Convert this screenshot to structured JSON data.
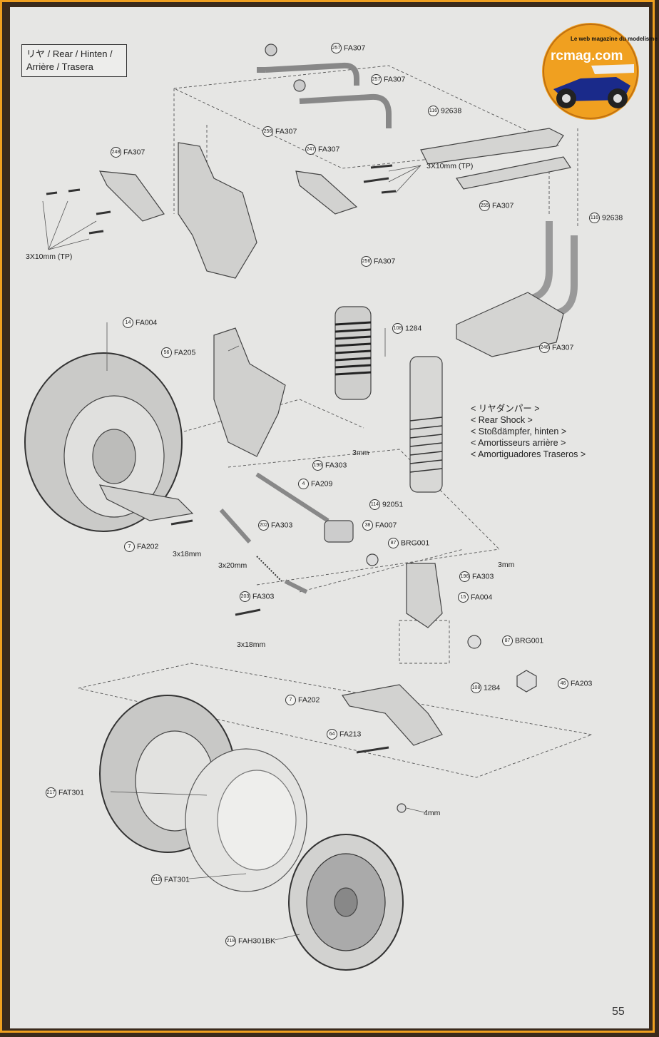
{
  "header": {
    "line1": "リヤ / Rear / Hinten /",
    "line2": "Arrière / Trasera"
  },
  "logo": {
    "brand": "rcmag.com",
    "tagline": "Le web magazine du modelisme",
    "accent": "#f0a020"
  },
  "shock_desc": [
    "< リヤダンパー >",
    "< Rear Shock >",
    "< Stoßdämpfer, hinten >",
    "< Amortisseurs arrière >",
    "< Amortiguadores Traseros >"
  ],
  "parts": [
    {
      "n": "257",
      "code": "FA307"
    },
    {
      "n": "257",
      "code": "FA307"
    },
    {
      "n": "116",
      "code": "92638"
    },
    {
      "n": "256",
      "code": "FA307"
    },
    {
      "n": "247",
      "code": "FA307"
    },
    {
      "n": "248",
      "code": "FA307"
    },
    {
      "n": "",
      "code": "3X10mm (TP)"
    },
    {
      "n": "255",
      "code": "FA307"
    },
    {
      "n": "116",
      "code": "92638"
    },
    {
      "n": "",
      "code": "3X10mm (TP)"
    },
    {
      "n": "256",
      "code": "FA307"
    },
    {
      "n": "246",
      "code": "FA307"
    },
    {
      "n": "14",
      "code": "FA004"
    },
    {
      "n": "56",
      "code": "FA205"
    },
    {
      "n": "108",
      "code": "1284"
    },
    {
      "n": "",
      "code": "3mm"
    },
    {
      "n": "196",
      "code": "FA303"
    },
    {
      "n": "4",
      "code": "FA209"
    },
    {
      "n": "114",
      "code": "92051"
    },
    {
      "n": "38",
      "code": "FA007"
    },
    {
      "n": "7",
      "code": "FA202"
    },
    {
      "n": "",
      "code": "3x18mm"
    },
    {
      "n": "202",
      "code": "FA303"
    },
    {
      "n": "87",
      "code": "BRG001"
    },
    {
      "n": "",
      "code": "3mm"
    },
    {
      "n": "196",
      "code": "FA303"
    },
    {
      "n": "",
      "code": "3x20mm"
    },
    {
      "n": "15",
      "code": "FA004"
    },
    {
      "n": "203",
      "code": "FA303"
    },
    {
      "n": "",
      "code": "3x18mm"
    },
    {
      "n": "87",
      "code": "BRG001"
    },
    {
      "n": "46",
      "code": "FA203"
    },
    {
      "n": "108",
      "code": "1284"
    },
    {
      "n": "7",
      "code": "FA202"
    },
    {
      "n": "64",
      "code": "FA213"
    },
    {
      "n": "217",
      "code": "FAT301"
    },
    {
      "n": "219",
      "code": "FAT301"
    },
    {
      "n": "218",
      "code": "FAH301BK"
    },
    {
      "n": "",
      "code": "4mm"
    }
  ],
  "page_number": "55"
}
